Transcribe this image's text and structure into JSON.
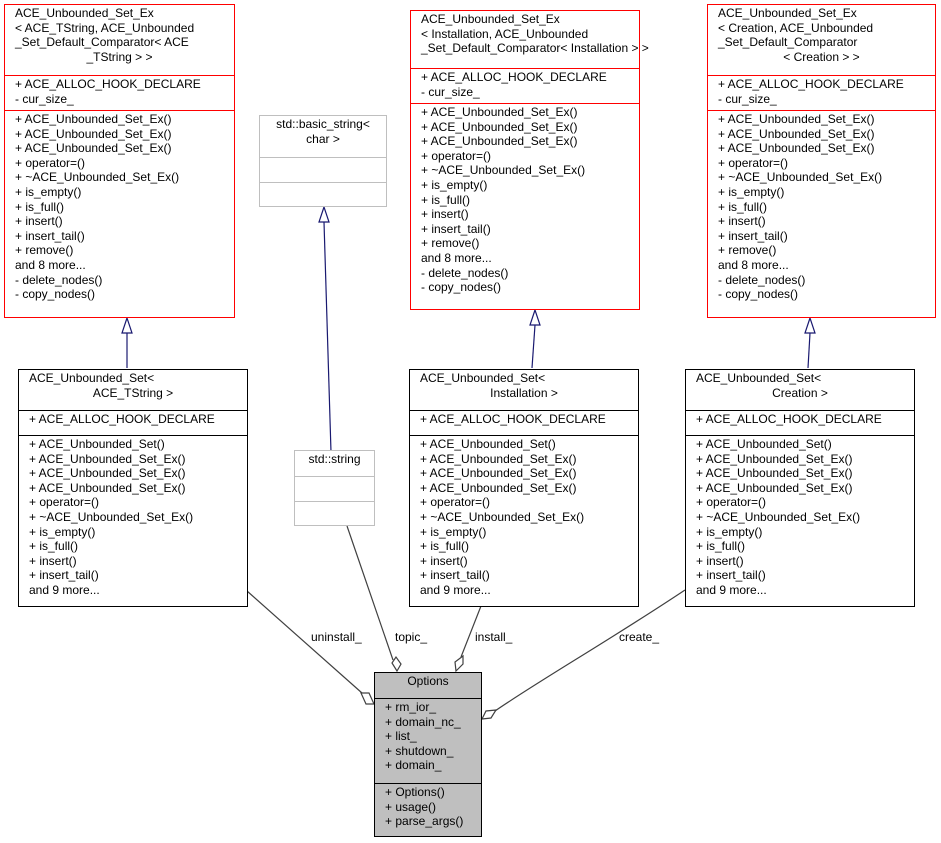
{
  "classes": {
    "set_ex_tstring": {
      "title_lines": [
        "ACE_Unbounded_Set_Ex",
        "< ACE_TString, ACE_Unbounded",
        "_Set_Default_Comparator< ACE",
        "_TString > >"
      ],
      "attributes": [
        "+ ACE_ALLOC_HOOK_DECLARE",
        "- cur_size_"
      ],
      "methods": [
        "+ ACE_Unbounded_Set_Ex()",
        "+ ACE_Unbounded_Set_Ex()",
        "+ ACE_Unbounded_Set_Ex()",
        "+ operator=()",
        "+ ~ACE_Unbounded_Set_Ex()",
        "+ is_empty()",
        "+ is_full()",
        "+ insert()",
        "+ insert_tail()",
        "+ remove()",
        "and 8 more...",
        "- delete_nodes()",
        "- copy_nodes()"
      ]
    },
    "basic_string": {
      "title_lines": [
        "std::basic_string<",
        "char >"
      ],
      "attributes": [],
      "methods": []
    },
    "set_ex_installation": {
      "title_lines": [
        "ACE_Unbounded_Set_Ex",
        "< Installation, ACE_Unbounded",
        "_Set_Default_Comparator< Installation > >"
      ],
      "attributes": [
        "+ ACE_ALLOC_HOOK_DECLARE",
        "- cur_size_"
      ],
      "methods": [
        "+ ACE_Unbounded_Set_Ex()",
        "+ ACE_Unbounded_Set_Ex()",
        "+ ACE_Unbounded_Set_Ex()",
        "+ operator=()",
        "+ ~ACE_Unbounded_Set_Ex()",
        "+ is_empty()",
        "+ is_full()",
        "+ insert()",
        "+ insert_tail()",
        "+ remove()",
        "and 8 more...",
        "- delete_nodes()",
        "- copy_nodes()"
      ]
    },
    "set_ex_creation": {
      "title_lines": [
        "ACE_Unbounded_Set_Ex",
        "< Creation, ACE_Unbounded",
        "_Set_Default_Comparator",
        "< Creation > >"
      ],
      "attributes": [
        "+ ACE_ALLOC_HOOK_DECLARE",
        "- cur_size_"
      ],
      "methods": [
        "+ ACE_Unbounded_Set_Ex()",
        "+ ACE_Unbounded_Set_Ex()",
        "+ ACE_Unbounded_Set_Ex()",
        "+ operator=()",
        "+ ~ACE_Unbounded_Set_Ex()",
        "+ is_empty()",
        "+ is_full()",
        "+ insert()",
        "+ insert_tail()",
        "+ remove()",
        "and 8 more...",
        "- delete_nodes()",
        "- copy_nodes()"
      ]
    },
    "set_tstring": {
      "title_lines": [
        "ACE_Unbounded_Set<",
        "ACE_TString >"
      ],
      "attributes": [
        "+ ACE_ALLOC_HOOK_DECLARE"
      ],
      "methods": [
        "+ ACE_Unbounded_Set()",
        "+ ACE_Unbounded_Set_Ex()",
        "+ ACE_Unbounded_Set_Ex()",
        "+ ACE_Unbounded_Set_Ex()",
        "+ operator=()",
        "+ ~ACE_Unbounded_Set_Ex()",
        "+ is_empty()",
        "+ is_full()",
        "+ insert()",
        "+ insert_tail()",
        "and 9 more..."
      ]
    },
    "std_string": {
      "title_lines": [
        "std::string"
      ],
      "attributes": [],
      "methods": []
    },
    "set_installation": {
      "title_lines": [
        "ACE_Unbounded_Set<",
        "Installation >"
      ],
      "attributes": [
        "+ ACE_ALLOC_HOOK_DECLARE"
      ],
      "methods": [
        "+ ACE_Unbounded_Set()",
        "+ ACE_Unbounded_Set_Ex()",
        "+ ACE_Unbounded_Set_Ex()",
        "+ ACE_Unbounded_Set_Ex()",
        "+ operator=()",
        "+ ~ACE_Unbounded_Set_Ex()",
        "+ is_empty()",
        "+ is_full()",
        "+ insert()",
        "+ insert_tail()",
        "and 9 more..."
      ]
    },
    "set_creation": {
      "title_lines": [
        "ACE_Unbounded_Set<",
        "Creation >"
      ],
      "attributes": [
        "+ ACE_ALLOC_HOOK_DECLARE"
      ],
      "methods": [
        "+ ACE_Unbounded_Set()",
        "+ ACE_Unbounded_Set_Ex()",
        "+ ACE_Unbounded_Set_Ex()",
        "+ ACE_Unbounded_Set_Ex()",
        "+ operator=()",
        "+ ~ACE_Unbounded_Set_Ex()",
        "+ is_empty()",
        "+ is_full()",
        "+ insert()",
        "+ insert_tail()",
        "and 9 more..."
      ]
    },
    "options": {
      "title_lines": [
        "Options"
      ],
      "attributes": [
        "+ rm_ior_",
        "+ domain_nc_",
        "+ list_",
        "+ shutdown_",
        "+ domain_"
      ],
      "methods": [
        "+ Options()",
        "+ usage()",
        "+ parse_args()"
      ]
    }
  },
  "edge_labels": {
    "uninstall": "uninstall_",
    "topic": "topic_",
    "install": "install_",
    "create": "create_"
  },
  "colors": {
    "inheritance_edge": "#191970",
    "usage_edge": "#404040",
    "template_border": "#ff0000",
    "focus_fill": "#bfbfbf"
  }
}
